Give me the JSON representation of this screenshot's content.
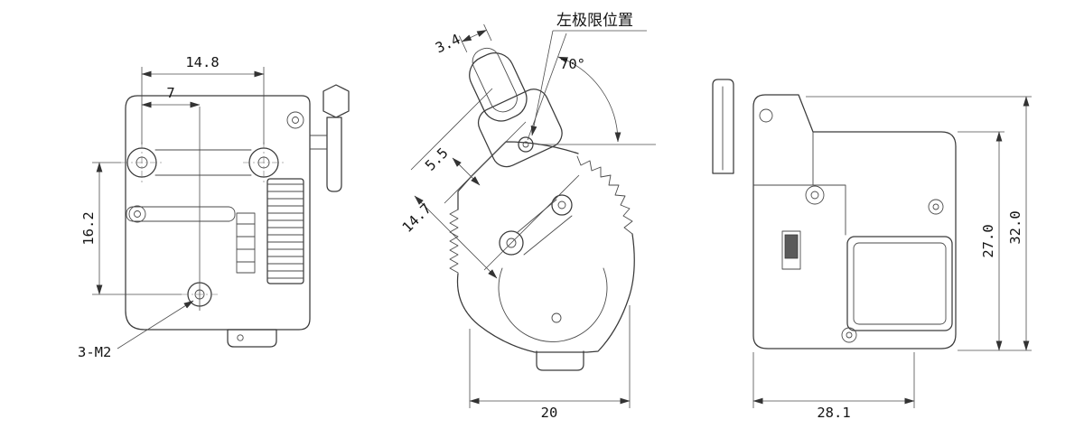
{
  "drawing": {
    "views": {
      "front": {
        "dim_width_top": "14.8",
        "dim_width_inner": "7",
        "dim_height_left": "16.2",
        "thread_note": "3-M2"
      },
      "side": {
        "annotation": "左极限位置",
        "dim_slot_width": "3.4",
        "dim_angle": "70°",
        "dim_lever_width": "5.5",
        "dim_lever_depth": "14.7",
        "dim_width_bottom": "20"
      },
      "rear": {
        "dim_height_inner": "27.0",
        "dim_height_overall": "32.0",
        "dim_width_bottom": "28.1"
      }
    }
  }
}
